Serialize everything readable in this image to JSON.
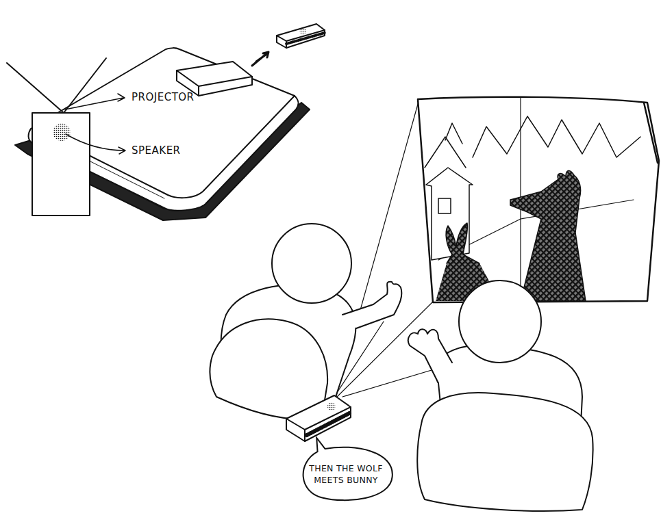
{
  "diagram": {
    "nodes": [
      {
        "text": [
          "THEN THE WOLF MEETS BUNNY"
        ]
      }
    ],
    "labels": [
      "PROJECTOR",
      "SPEAKER"
    ]
  }
}
